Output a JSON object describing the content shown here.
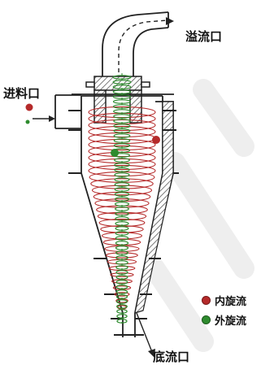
{
  "labels": {
    "overflow_outlet": "溢流口",
    "feed_inlet": "进料口",
    "underflow_outlet": "底流口"
  },
  "legend": [
    {
      "label": "内旋流",
      "color": "#b52a2a"
    },
    {
      "label": "外旋流",
      "color": "#2e8b2e"
    }
  ],
  "colors": {
    "inner_vortex": "#b52a2a",
    "outer_vortex": "#2e8b2e",
    "outline": "#222222",
    "hatch": "#555555",
    "watermark": "#eeeeee"
  }
}
